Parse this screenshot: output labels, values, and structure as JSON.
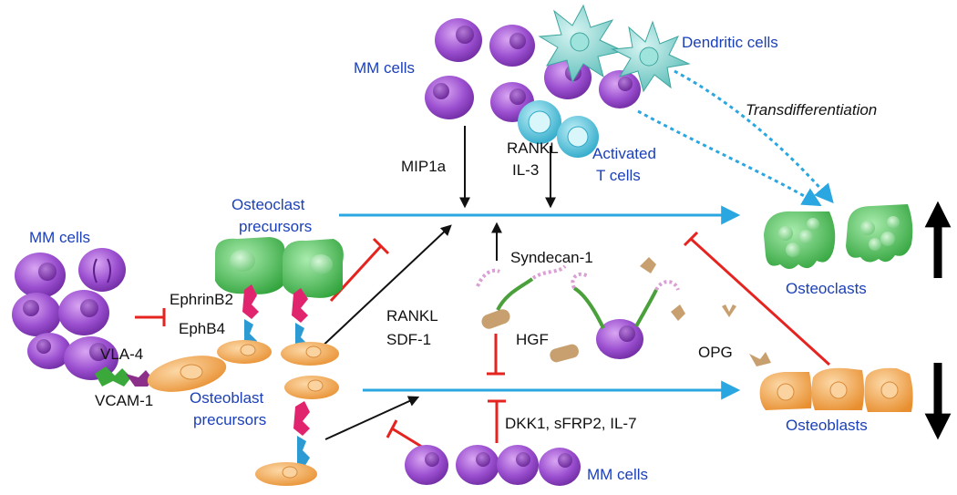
{
  "labels": {
    "mm_cells_top": "MM cells",
    "dendritic_cells": "Dendritic cells",
    "transdifferentiation": "Transdifferentiation",
    "mip1a": "MIP1a",
    "rankl_top": "RANKL",
    "il3": "IL-3",
    "activated": "Activated",
    "t_cells": "T cells",
    "osteoclast": "Osteoclast",
    "precursors_oc": "precursors",
    "mm_cells_left": "MM cells",
    "ephrinb2": "EphrinB2",
    "ephb4": "EphB4",
    "vla4": "VLA-4",
    "vcam1": "VCAM-1",
    "osteoblast": "Osteoblast",
    "precursors_ob": "precursors",
    "rankl_mid": "RANKL",
    "sdf1": "SDF-1",
    "syndecan": "Syndecan-1",
    "hgf": "HGF",
    "opg": "OPG",
    "dkk": "DKK1, sFRP2, IL-7",
    "mm_cells_bottom": "MM cells",
    "osteoclasts": "Osteoclasts",
    "osteoblasts": "Osteoblasts"
  },
  "colors": {
    "label_blue": "#1b3fb8",
    "flow_arrow": "#2aa6e0",
    "inhibition": "#e52420",
    "mm_cell": "#8a3fbf",
    "osteoclast": "#5cc55c",
    "osteoblast": "#f5a84a",
    "t_cell": "#4cc4dd",
    "dendritic": "#7fd6d2",
    "ephrin": "#e0246e",
    "ephb4": "#2c9bd3",
    "vla4": "#3aa83a",
    "vcam1": "#8b2f8b",
    "syndecan": "#e4a5dc",
    "hgf": "#c8a070"
  }
}
